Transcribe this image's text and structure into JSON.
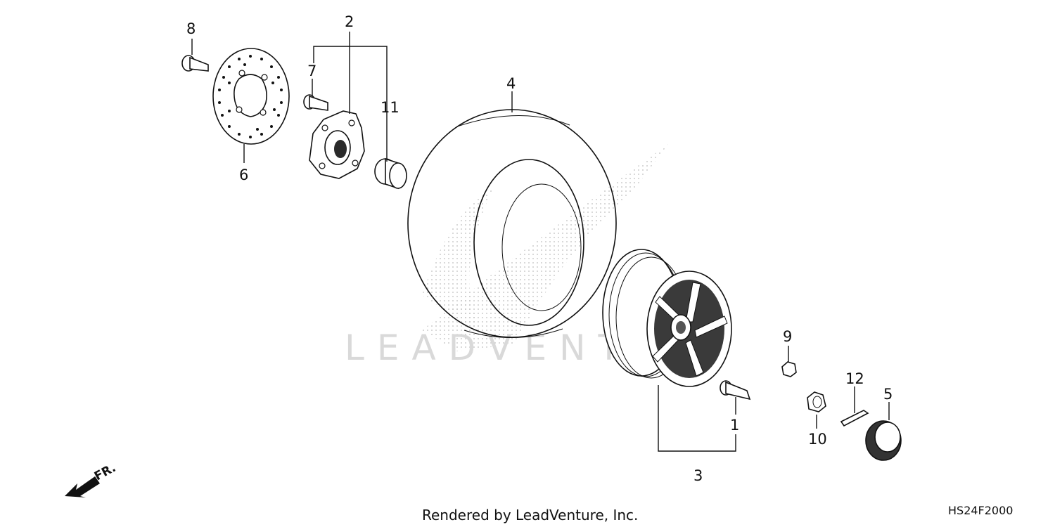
{
  "diagram": {
    "callouts": [
      {
        "id": "1",
        "label": "1"
      },
      {
        "id": "2",
        "label": "2"
      },
      {
        "id": "3",
        "label": "3"
      },
      {
        "id": "4",
        "label": "4"
      },
      {
        "id": "5",
        "label": "5"
      },
      {
        "id": "6",
        "label": "6"
      },
      {
        "id": "7",
        "label": "7"
      },
      {
        "id": "8",
        "label": "8"
      },
      {
        "id": "9",
        "label": "9"
      },
      {
        "id": "10",
        "label": "10"
      },
      {
        "id": "11",
        "label": "11"
      },
      {
        "id": "12",
        "label": "12"
      }
    ],
    "direction_label": "FR.",
    "diagram_code": "HS24F2000"
  },
  "footer": {
    "rendered_by": "Rendered by LeadVenture, Inc."
  },
  "watermark": {
    "text": "LEADVENT"
  },
  "colors": {
    "ink": "#111111",
    "stipple": "#bdbdbd",
    "watermark": "#d9d9d9",
    "background": "#ffffff"
  }
}
